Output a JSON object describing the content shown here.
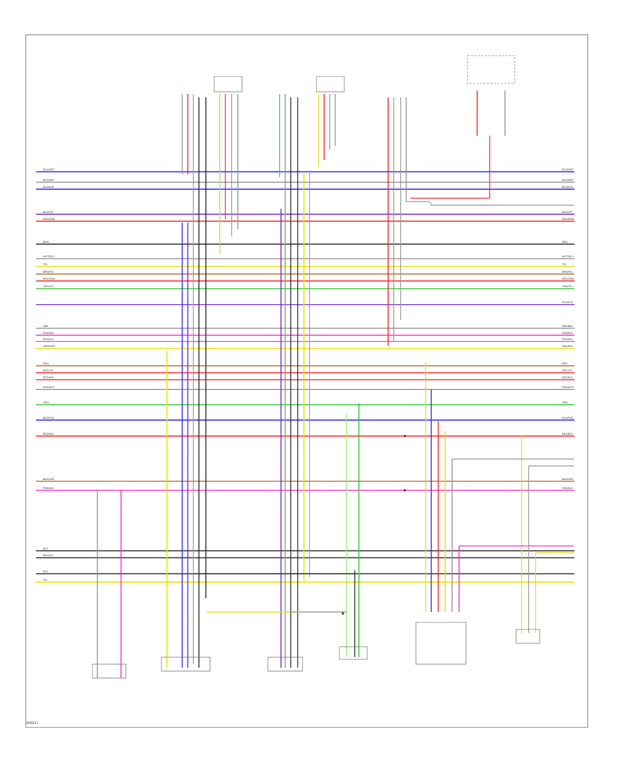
{
  "colors": {
    "border": "#777777",
    "blue": "#2b2bff",
    "purple": "#7a2bd0",
    "gray": "#999999",
    "black": "#333333",
    "red": "#ff2b2b",
    "pink": "#ff33cc",
    "yellow": "#e6e000",
    "green": "#33cc33",
    "light_green": "#99ee66",
    "brown": "#b5793a",
    "white": "#cccccc"
  },
  "wires": [
    {
      "color": "blue",
      "left_label": "BLU/WHT",
      "right_label": "BLU/WHT"
    },
    {
      "color": "gray",
      "left_label": "BLK/WHT",
      "right_label": "BLK/WHT"
    },
    {
      "color": "blue",
      "left_label": "BLU/BLK",
      "right_label": "BLU/BLK"
    },
    {
      "color": "purple",
      "left_label": "BLK/VIO",
      "right_label": "BLK/VIO"
    },
    {
      "color": "red",
      "left_label": "RED/GRN",
      "right_label": "RED/GRN"
    },
    {
      "color": "black",
      "left_label": "BRN",
      "right_label": "BRN"
    },
    {
      "color": "gray",
      "left_label": "WHT/BLU",
      "right_label": "WHT/BLU"
    },
    {
      "color": "yellow",
      "left_label": "YEL",
      "right_label": "YEL"
    },
    {
      "color": "brown",
      "left_label": "BRN/YEL",
      "right_label": "BRN/YEL"
    },
    {
      "color": "red",
      "left_label": "RED/GRN",
      "right_label": "RED/GRN"
    },
    {
      "color": "green",
      "left_label": "GRN/YEL",
      "right_label": "GRN/YEL"
    },
    {
      "color": "purple",
      "left_label": "",
      "right_label": "BLU/RED"
    },
    {
      "color": "gray",
      "left_label": "GRY",
      "right_label": "RED/BLK"
    },
    {
      "color": "pink",
      "left_label": "PNK/BLK",
      "right_label": "PNK/BLK"
    },
    {
      "color": "pink",
      "left_label": "PNK/BLU",
      "right_label": "PNK/BLU"
    },
    {
      "color": "yellow",
      "left_label": "GRN/WHT",
      "right_label": "RED/BLU"
    },
    {
      "color": "brown",
      "left_label": "BRN",
      "right_label": "BRN"
    },
    {
      "color": "red",
      "left_label": "RED/YEL",
      "right_label": "RED/YEL"
    },
    {
      "color": "red",
      "left_label": "RED/BLK",
      "right_label": "RED/BLK"
    },
    {
      "color": "pink",
      "left_label": "PNK/WHT",
      "right_label": "PNK/WHT"
    },
    {
      "color": "green",
      "left_label": "GRN",
      "right_label": "GRN"
    },
    {
      "color": "blue",
      "left_label": "BLU/RED",
      "right_label": "BLU/RED"
    },
    {
      "color": "red",
      "left_label": "RED/BLU",
      "right_label": "RED/BLU"
    },
    {
      "color": "brown",
      "left_label": "BLU/GRN",
      "right_label": "BLU/GRN"
    },
    {
      "color": "pink",
      "left_label": "PNK/BLU",
      "right_label": "PNK/BLU"
    },
    {
      "color": "black",
      "left_label": "BLK",
      "right_label": ""
    },
    {
      "color": "black",
      "left_label": "BRN/YEL",
      "right_label": ""
    },
    {
      "color": "black",
      "left_label": "BLK",
      "right_label": ""
    },
    {
      "color": "yellow",
      "left_label": "YEL",
      "right_label": ""
    }
  ],
  "footer_id": "W66601"
}
